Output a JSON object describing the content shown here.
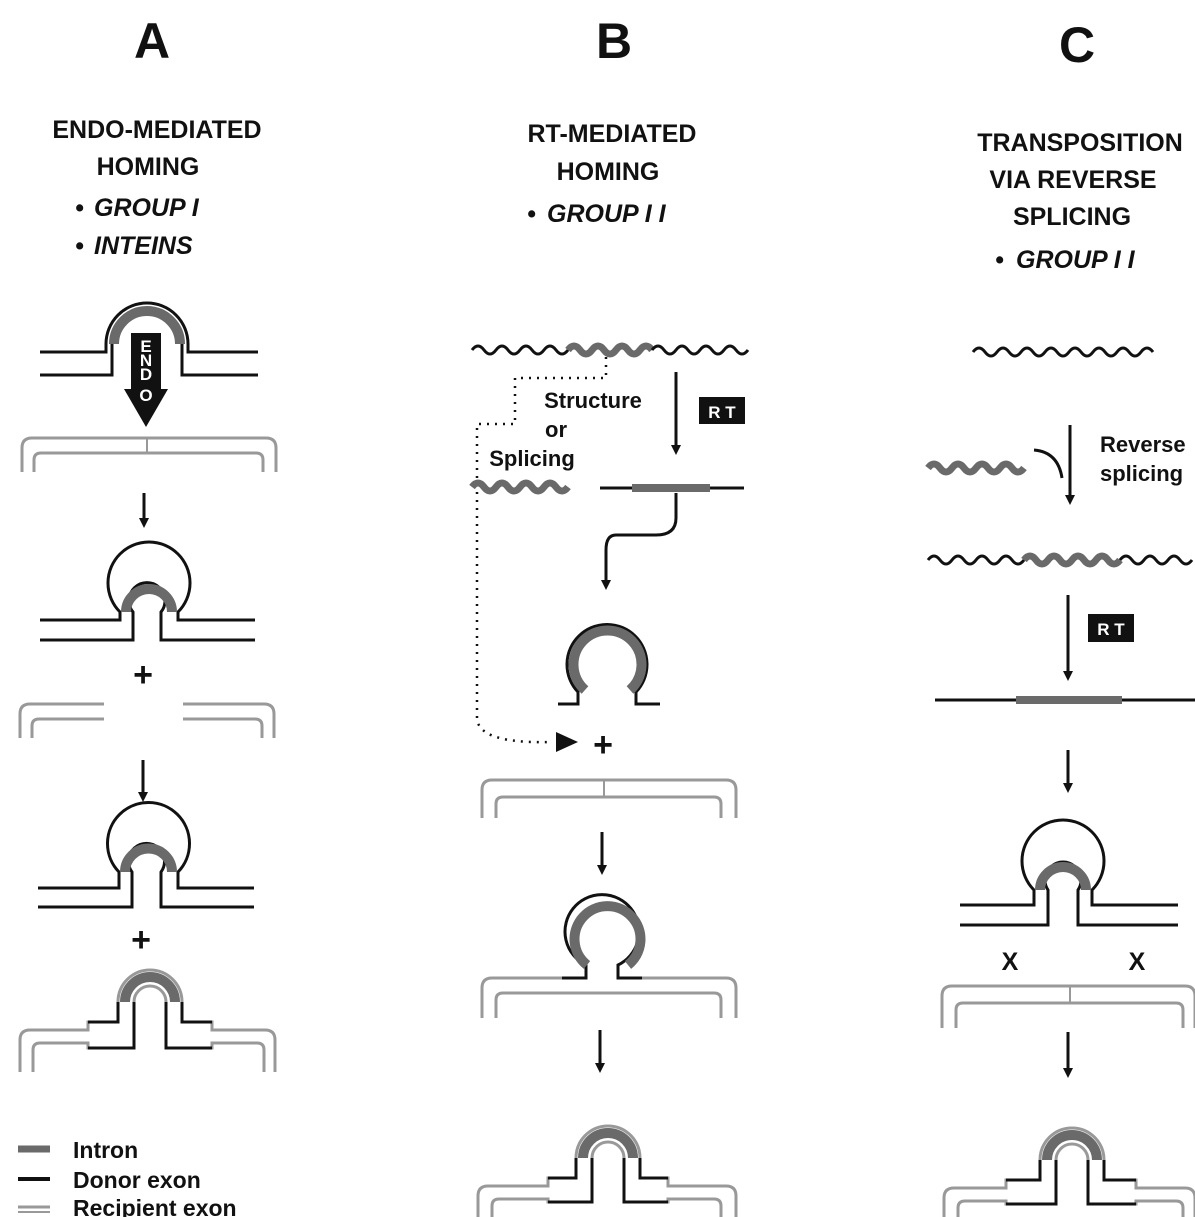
{
  "panels": {
    "a": {
      "letter": "A",
      "title_lines": [
        "ENDO-MEDIATED",
        "HOMING"
      ],
      "bullets": [
        "GROUP I",
        "INTEINS"
      ],
      "endo_label": "ENDO",
      "plus": "+"
    },
    "b": {
      "letter": "B",
      "title_lines": [
        "RT-MEDIATED",
        "HOMING"
      ],
      "bullets": [
        "GROUP I I"
      ],
      "structure_lines": [
        "Structure",
        "or",
        "Splicing"
      ],
      "rt_label": "R T",
      "plus": "+"
    },
    "c": {
      "letter": "C",
      "title_lines": [
        "TRANSPOSITION",
        "VIA REVERSE",
        "SPLICING"
      ],
      "bullets": [
        "GROUP I I"
      ],
      "reverse_lines": [
        "Reverse",
        "splicing"
      ],
      "rt_label": "R T",
      "cross": "X"
    }
  },
  "bullet_char": "•",
  "legend": {
    "items": [
      {
        "label": "Intron",
        "kind": "intron"
      },
      {
        "label": "Donor exon",
        "kind": "donor"
      },
      {
        "label": "Recipient exon",
        "kind": "recipient"
      }
    ]
  },
  "colors": {
    "intron": "#6a6a6a",
    "donor": "#111111",
    "recipient": "#999999",
    "background": "#ffffff"
  }
}
